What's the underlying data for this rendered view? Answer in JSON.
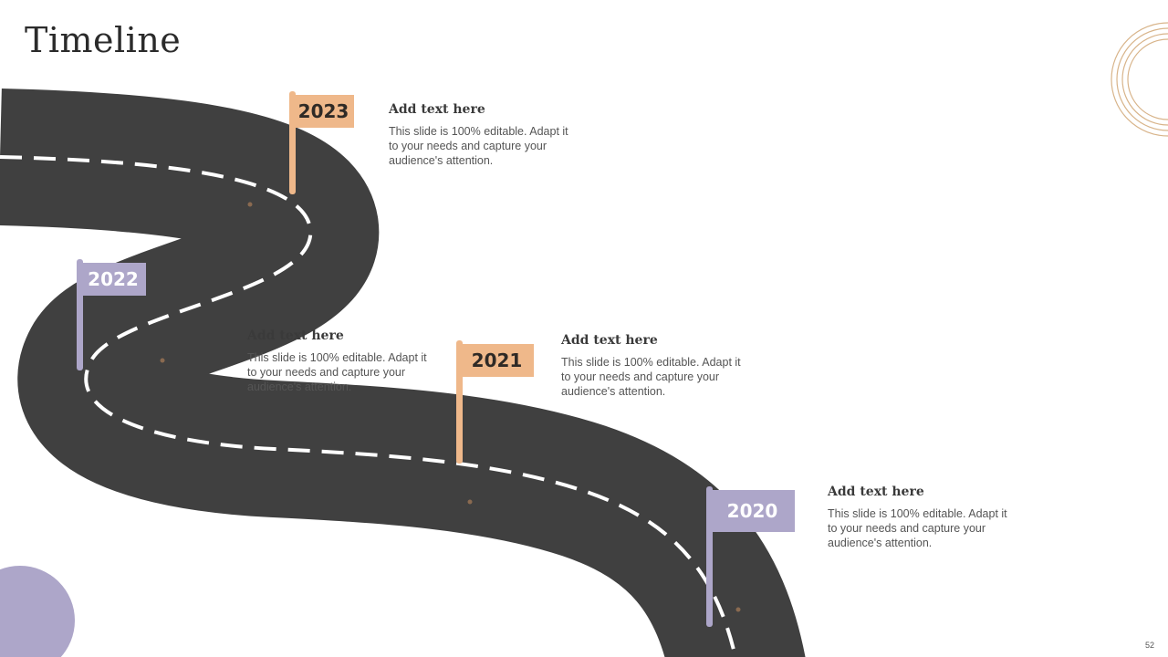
{
  "slide": {
    "title": "Timeline",
    "page_number": "52"
  },
  "colors": {
    "road": "#404040",
    "lane_marking": "#ffffff",
    "peach_accent": "#efb88a",
    "lavender_accent": "#ada6c9",
    "ring_decoration": "#d8b48a"
  },
  "milestones": [
    {
      "year": "2023",
      "flag_color": "peach",
      "heading": "Add text here",
      "body": "This slide is 100% editable. Adapt it to your needs and capture your audience's attention."
    },
    {
      "year": "2022",
      "flag_color": "lavender",
      "heading": "Add text here",
      "body": "This slide is 100% editable. Adapt it to your needs and capture your audience's attention."
    },
    {
      "year": "2021",
      "flag_color": "peach",
      "heading": "Add text here",
      "body": "This slide is 100% editable. Adapt it to your needs and capture your audience's attention."
    },
    {
      "year": "2020",
      "flag_color": "lavender",
      "heading": "Add text here",
      "body": "This slide is 100% editable. Adapt it to your needs and capture your audience's attention."
    }
  ]
}
